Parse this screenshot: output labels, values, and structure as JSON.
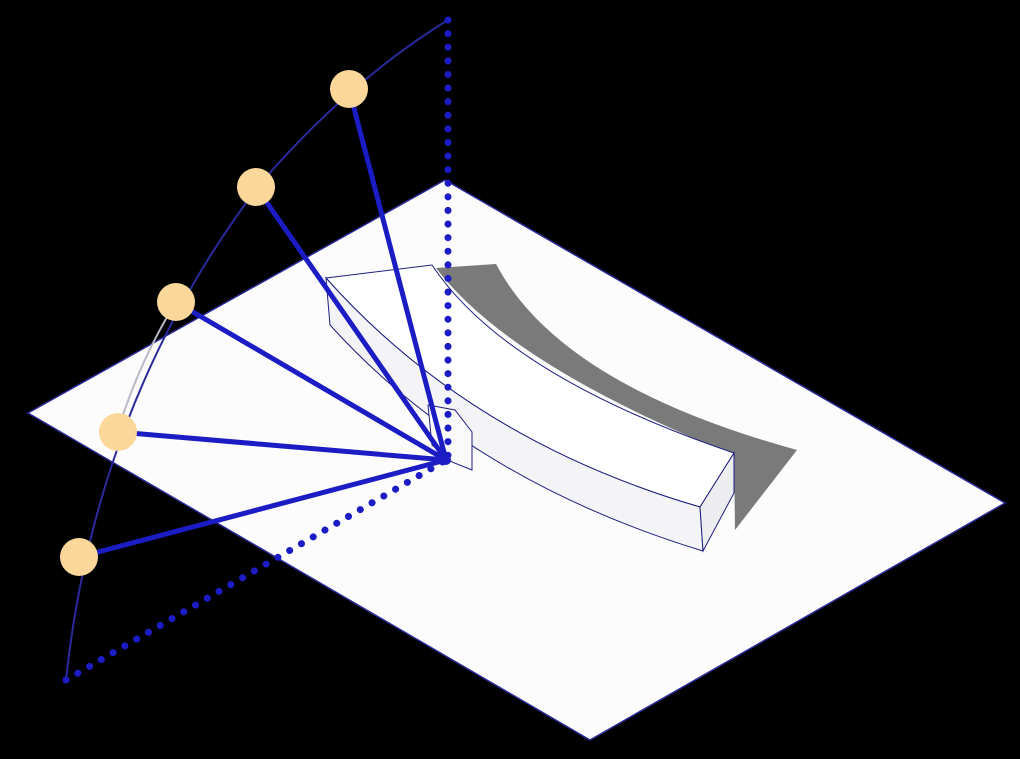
{
  "colors": {
    "background": "#000000",
    "plane_fill": "#fcfcfc",
    "plane_edge": "#2a2a9a",
    "block_fill": "#ffffff",
    "block_edge": "#1e1e80",
    "shadow": "#7a7a7a",
    "ray": "#1c1cc4",
    "arc": "#2a2a9a",
    "sun": "#fbd79a",
    "dotted": "#1c1cc4"
  },
  "sun_positions": [
    "sun-1",
    "sun-2",
    "sun-3",
    "sun-4",
    "sun-5"
  ],
  "icons": {
    "sun": "sun-circle-icon"
  }
}
